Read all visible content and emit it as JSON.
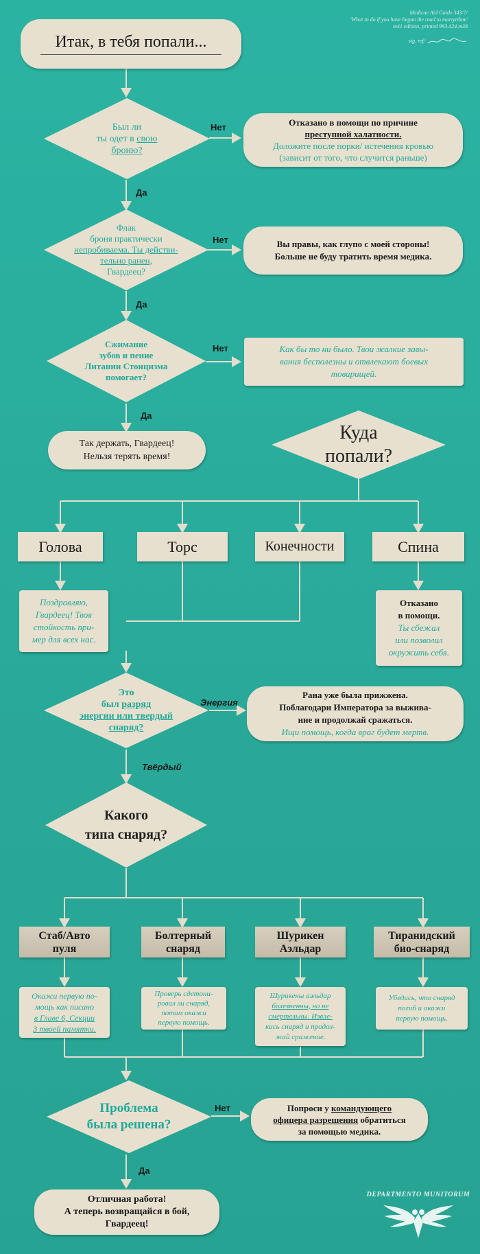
{
  "meta": {
    "line1": "Medicae Aid Guide 343/?/",
    "line2": "'What to do if you have begun the road to martyrdom'",
    "line3": "m41 edition, printed 993.424.m38",
    "sig": "sig. ref/"
  },
  "start": "Итак, в тебя попали...",
  "q_armour": "Был ли ты одет в свою броню?",
  "q_armour_lines": [
    "Был ли",
    "ты одет в свою",
    "броню?"
  ],
  "no": "Нет",
  "yes": "Да",
  "refused_negligence": {
    "l1": "Отказано в помощи по причине",
    "l2": "преступной халатности.",
    "l3": "Доложите после порки/ истечения кровью",
    "l4": "(зависит от того, что случится раньше)"
  },
  "q_flak_lines": [
    "Флак",
    "броня практически",
    "непробиваема. Ты действи-",
    "тельно ранен,",
    "Гвардеец?"
  ],
  "you_are_right": [
    "Вы правы, как глупо с моей стороны!",
    "Больше не буду тратить время медика."
  ],
  "q_litany_lines": [
    "Сжимание",
    "зубов и пение",
    "Литании Стоицизма",
    "помогает?"
  ],
  "litany_no_note": [
    "Как бы то ни было. Твои жалкие завы-",
    "вания бесполезны и отвлекают боевых",
    "товарищей."
  ],
  "keep_it_up": [
    "Так держать, Гвардеец!",
    "Нельзя терять время!"
  ],
  "q_where": [
    "Куда",
    "попали?"
  ],
  "parts": [
    "Голова",
    "Торс",
    "Конечности",
    "Спина"
  ],
  "head_note": [
    "Поздравляю,",
    "Гвардеец! Твоя",
    "стойкость при-",
    "мер для всех нас."
  ],
  "back_note": {
    "l1": "Отказано",
    "l2": "в помощи.",
    "l3": "Ты сбежал",
    "l4": "или позволил",
    "l5": "окружить себя."
  },
  "q_energy_lines": [
    "Это",
    "был разряд",
    "энергии или твердый",
    "снаряд?"
  ],
  "energy_label": "Энергия",
  "solid_label": "Твёрдый",
  "energy_note": {
    "l1": "Рана уже была прижжена.",
    "l2": "Поблагодари Императора за выжива-",
    "l3": "ние и продолжай сражаться.",
    "l4": "Ищи помощь, когда враг будет мертв."
  },
  "q_type_lines": [
    "Какого",
    "типа снаряд?"
  ],
  "ammo": [
    {
      "l1": "Стаб/Авто",
      "l2": "пуля"
    },
    {
      "l1": "Болтерный",
      "l2": "снаряд"
    },
    {
      "l1": "Шурикен",
      "l2": "Аэльдар"
    },
    {
      "l1": "Тиранидский",
      "l2": "био-снаряд"
    }
  ],
  "ammo_notes": [
    [
      "Окажи первую по-",
      "мощь как писано",
      "в Главе 6, Секции",
      "3 твоей памятки."
    ],
    [
      "Проверь сдетони-",
      "ровал ли снаряд,",
      "потом окажи",
      "первую помощь."
    ],
    [
      "Шурикены аэльдар",
      "болезненны, но не",
      "смертельны. Извле-",
      "кись снаряд и продол-",
      "жай сражение."
    ],
    [
      "Убедись, что снаряд",
      "погиб и окажи",
      "первую помощь."
    ]
  ],
  "q_solved_lines": [
    "Проблема",
    "была решена?"
  ],
  "ask_officer": [
    "Попроси у командующего",
    "офицера разрешения обратиться",
    "за помощью медика."
  ],
  "final": [
    "Отличная работа!",
    "А теперь возвращайся в бой,",
    "Гвардеец!"
  ],
  "seal": "DEPARTMENTO MUNITORUM",
  "colors": {
    "background": "#2bb3a2",
    "paper": "#e8e0cf",
    "teal_text": "#1fa899",
    "line": "#e4ddcc"
  }
}
